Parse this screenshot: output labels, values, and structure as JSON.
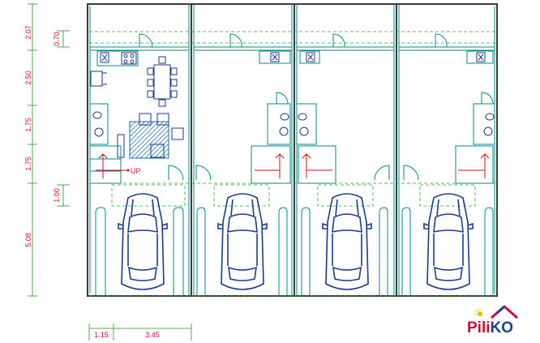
{
  "dimensions": {
    "vertical": [
      "2.07",
      "2.50",
      "1.75",
      "1.75",
      "5.08"
    ],
    "inner_vertical": [
      "0.70",
      "1.00"
    ],
    "horizontal": [
      "1.15",
      "3.45"
    ]
  },
  "annotations": {
    "stair_label": "UP"
  },
  "logo": {
    "text_a": "Pili",
    "text_b": "KO",
    "color_red": "#c8102e",
    "color_blue": "#1c3f94"
  },
  "units": {
    "count": 4
  }
}
